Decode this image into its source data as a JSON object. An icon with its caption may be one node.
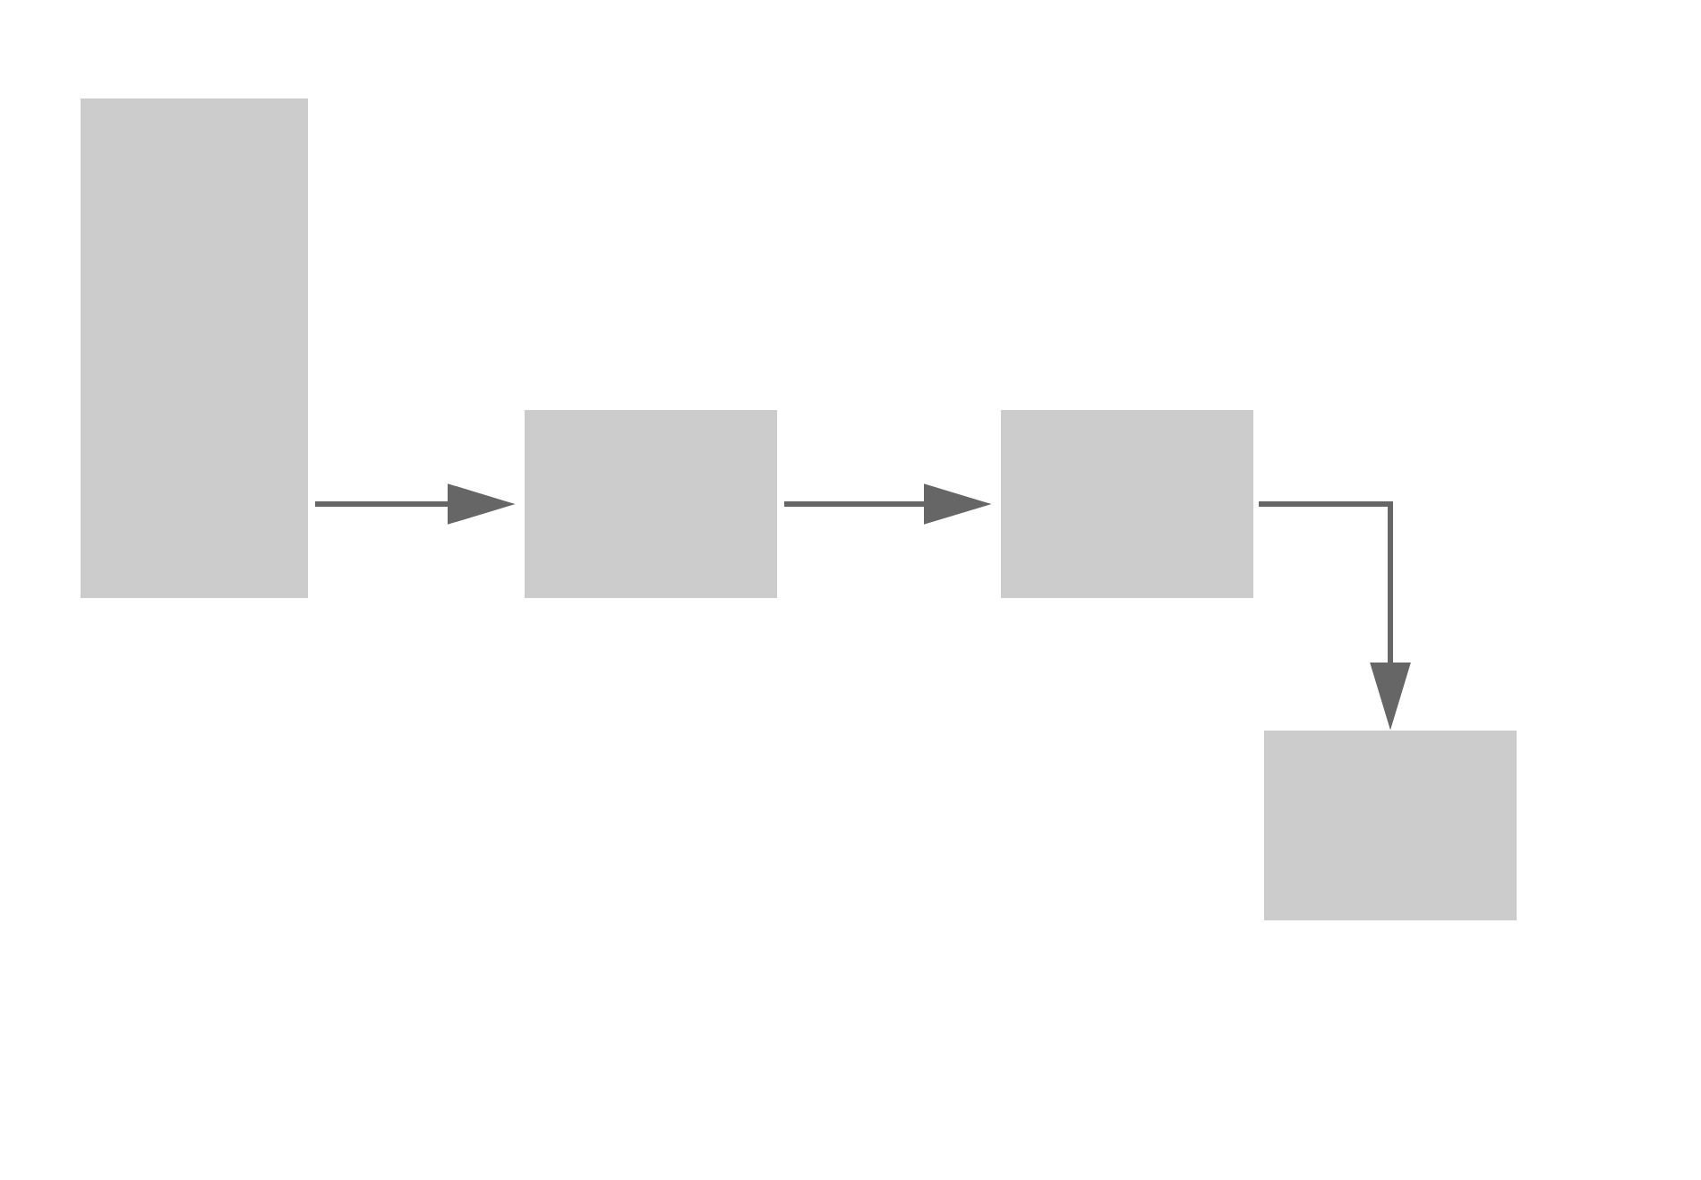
{
  "diagram": {
    "nodes": [
      {
        "text": [],
        "shape": "box"
      },
      {
        "text": [],
        "shape": "box"
      },
      {
        "text": [],
        "shape": "box"
      },
      {
        "text": [],
        "shape": "box"
      }
    ],
    "edges": [
      {
        "from": 0,
        "to": 1,
        "arrow": "to"
      },
      {
        "from": 1,
        "to": 2,
        "arrow": "to"
      },
      {
        "from": 2,
        "to": 3,
        "arrow": "to"
      }
    ]
  }
}
